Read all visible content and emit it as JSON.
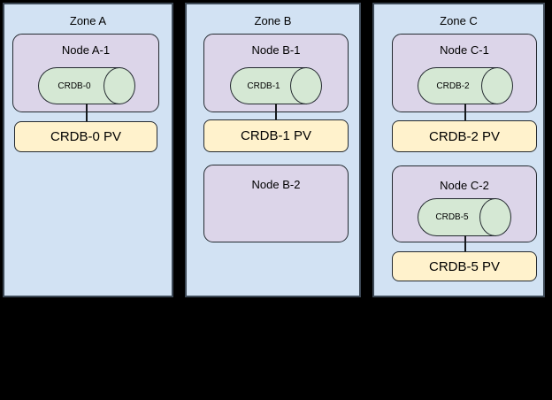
{
  "canvas": {
    "background": "#000000"
  },
  "colors": {
    "zone_fill": "#d2e2f3",
    "zone_border": "#3d4956",
    "node_fill": "#dcd5e9",
    "database_fill": "#d5e8d4",
    "pv_fill": "#fff2cc",
    "shape_border": "#242a30",
    "text": "#000000"
  },
  "zones": [
    {
      "title": "Zone A",
      "nodes": [
        {
          "label": "Node A-1",
          "database": "CRDB-0",
          "pv": "CRDB-0 PV"
        }
      ]
    },
    {
      "title": "Zone B",
      "nodes": [
        {
          "label": "Node B-1",
          "database": "CRDB-1",
          "pv": "CRDB-1 PV"
        },
        {
          "label": "Node B-2"
        }
      ]
    },
    {
      "title": "Zone C",
      "nodes": [
        {
          "label": "Node C-1",
          "database": "CRDB-2",
          "pv": "CRDB-2 PV"
        },
        {
          "label": "Node C-2",
          "database": "CRDB-5",
          "pv": "CRDB-5 PV"
        }
      ]
    }
  ]
}
